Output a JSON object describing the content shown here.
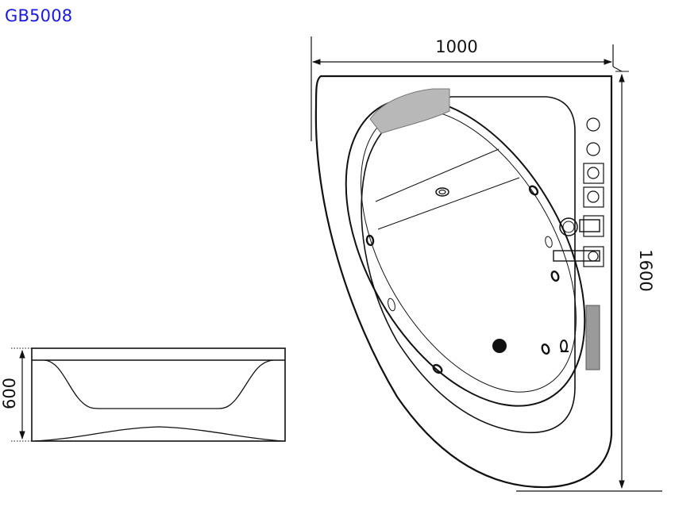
{
  "title": "GB5008",
  "dimensions": {
    "width": "1000",
    "length": "1600",
    "height": "600"
  },
  "colors": {
    "title": "#1a1ae0",
    "line": "#111111",
    "headrest": "#b8b8b8",
    "panel": "#9a9a9a"
  }
}
